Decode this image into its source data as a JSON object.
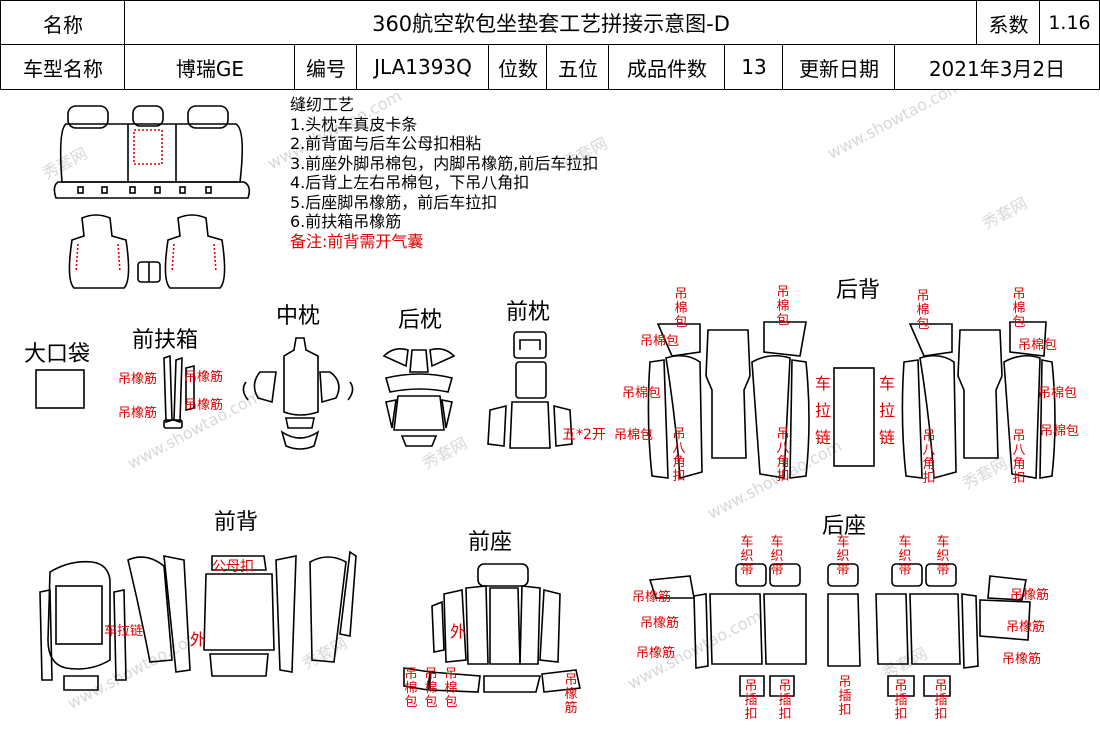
{
  "header": {
    "name_label": "名称",
    "title": "360航空软包坐垫套工艺拼接示意图-D",
    "coeff_label": "系数",
    "coeff_value": "1.16",
    "model_label": "车型名称",
    "model_value": "博瑞GE",
    "code_label": "编号",
    "code_value": "JLA1393Q",
    "seats_label": "位数",
    "seats_value": "五位",
    "pieces_label": "成品件数",
    "pieces_value": "13",
    "date_label": "更新日期",
    "date_value": "2021年3月2日"
  },
  "notes": {
    "title": "缝纫工艺",
    "items": [
      "1.头枕车真皮卡条",
      "2.前背面与后车公母扣相粘",
      "3.前座外脚吊棉包，内脚吊橡筋,前后车拉扣",
      "4.后背上左右吊棉包，下吊八角扣",
      "5.后座脚吊橡筋，前后车拉扣",
      "6.前扶箱吊橡筋"
    ],
    "remark": "备注:前背需开气囊"
  },
  "sections": {
    "big_pocket": "大口袋",
    "front_armrest": "前扶箱",
    "middle_pillow": "中枕",
    "rear_pillow": "后枕",
    "front_pillow": "前枕",
    "rear_back": "后背",
    "front_back": "前背",
    "front_seat": "前座",
    "rear_seat": "后座"
  },
  "labels": {
    "elastic": "吊橡筋",
    "cotton_pack": "吊棉包",
    "zipper": "车拉链",
    "octagon_buckle": "吊八角扣",
    "male_female_buckle": "公母扣",
    "outer": "外",
    "five_x2": "五*2开",
    "woven_strap": "车织带",
    "insert_buckle": "吊插扣"
  },
  "watermark": {
    "cn": "秀套网",
    "url": "www.showtao.com"
  },
  "colors": {
    "accent_red": "#e00000",
    "line": "#000000"
  }
}
